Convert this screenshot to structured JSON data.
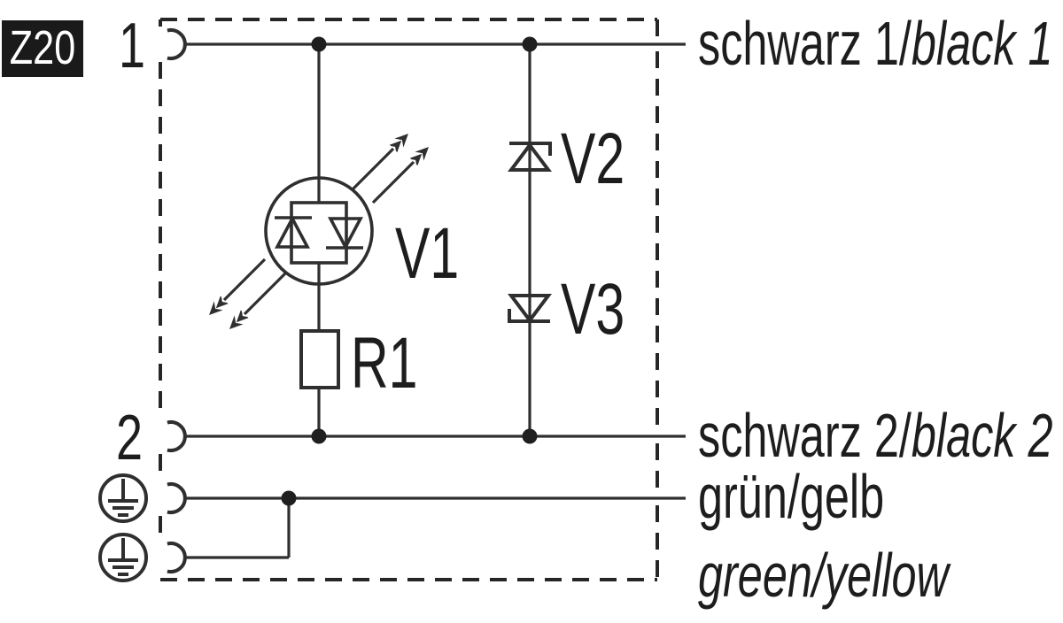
{
  "badge": {
    "label": "Z20"
  },
  "connector": {
    "pins": [
      {
        "number": "1"
      },
      {
        "number": "2"
      }
    ]
  },
  "components": {
    "v1": {
      "ref": "V1"
    },
    "r1": {
      "ref": "R1"
    },
    "v2": {
      "ref": "V2"
    },
    "v3": {
      "ref": "V3"
    }
  },
  "wire_labels": {
    "pin1": {
      "de": "schwarz 1/",
      "en": "black 1"
    },
    "pin2": {
      "de": "schwarz 2/",
      "en": "black 2"
    },
    "ground": {
      "de": "grün/gelb",
      "en": "green/yellow"
    }
  },
  "colors": {
    "background": "#ffffff",
    "line": "#2f2f2f",
    "text": "#1d1d1d",
    "badge_background": "#1a1a1a",
    "badge_text": "#ffffff"
  }
}
